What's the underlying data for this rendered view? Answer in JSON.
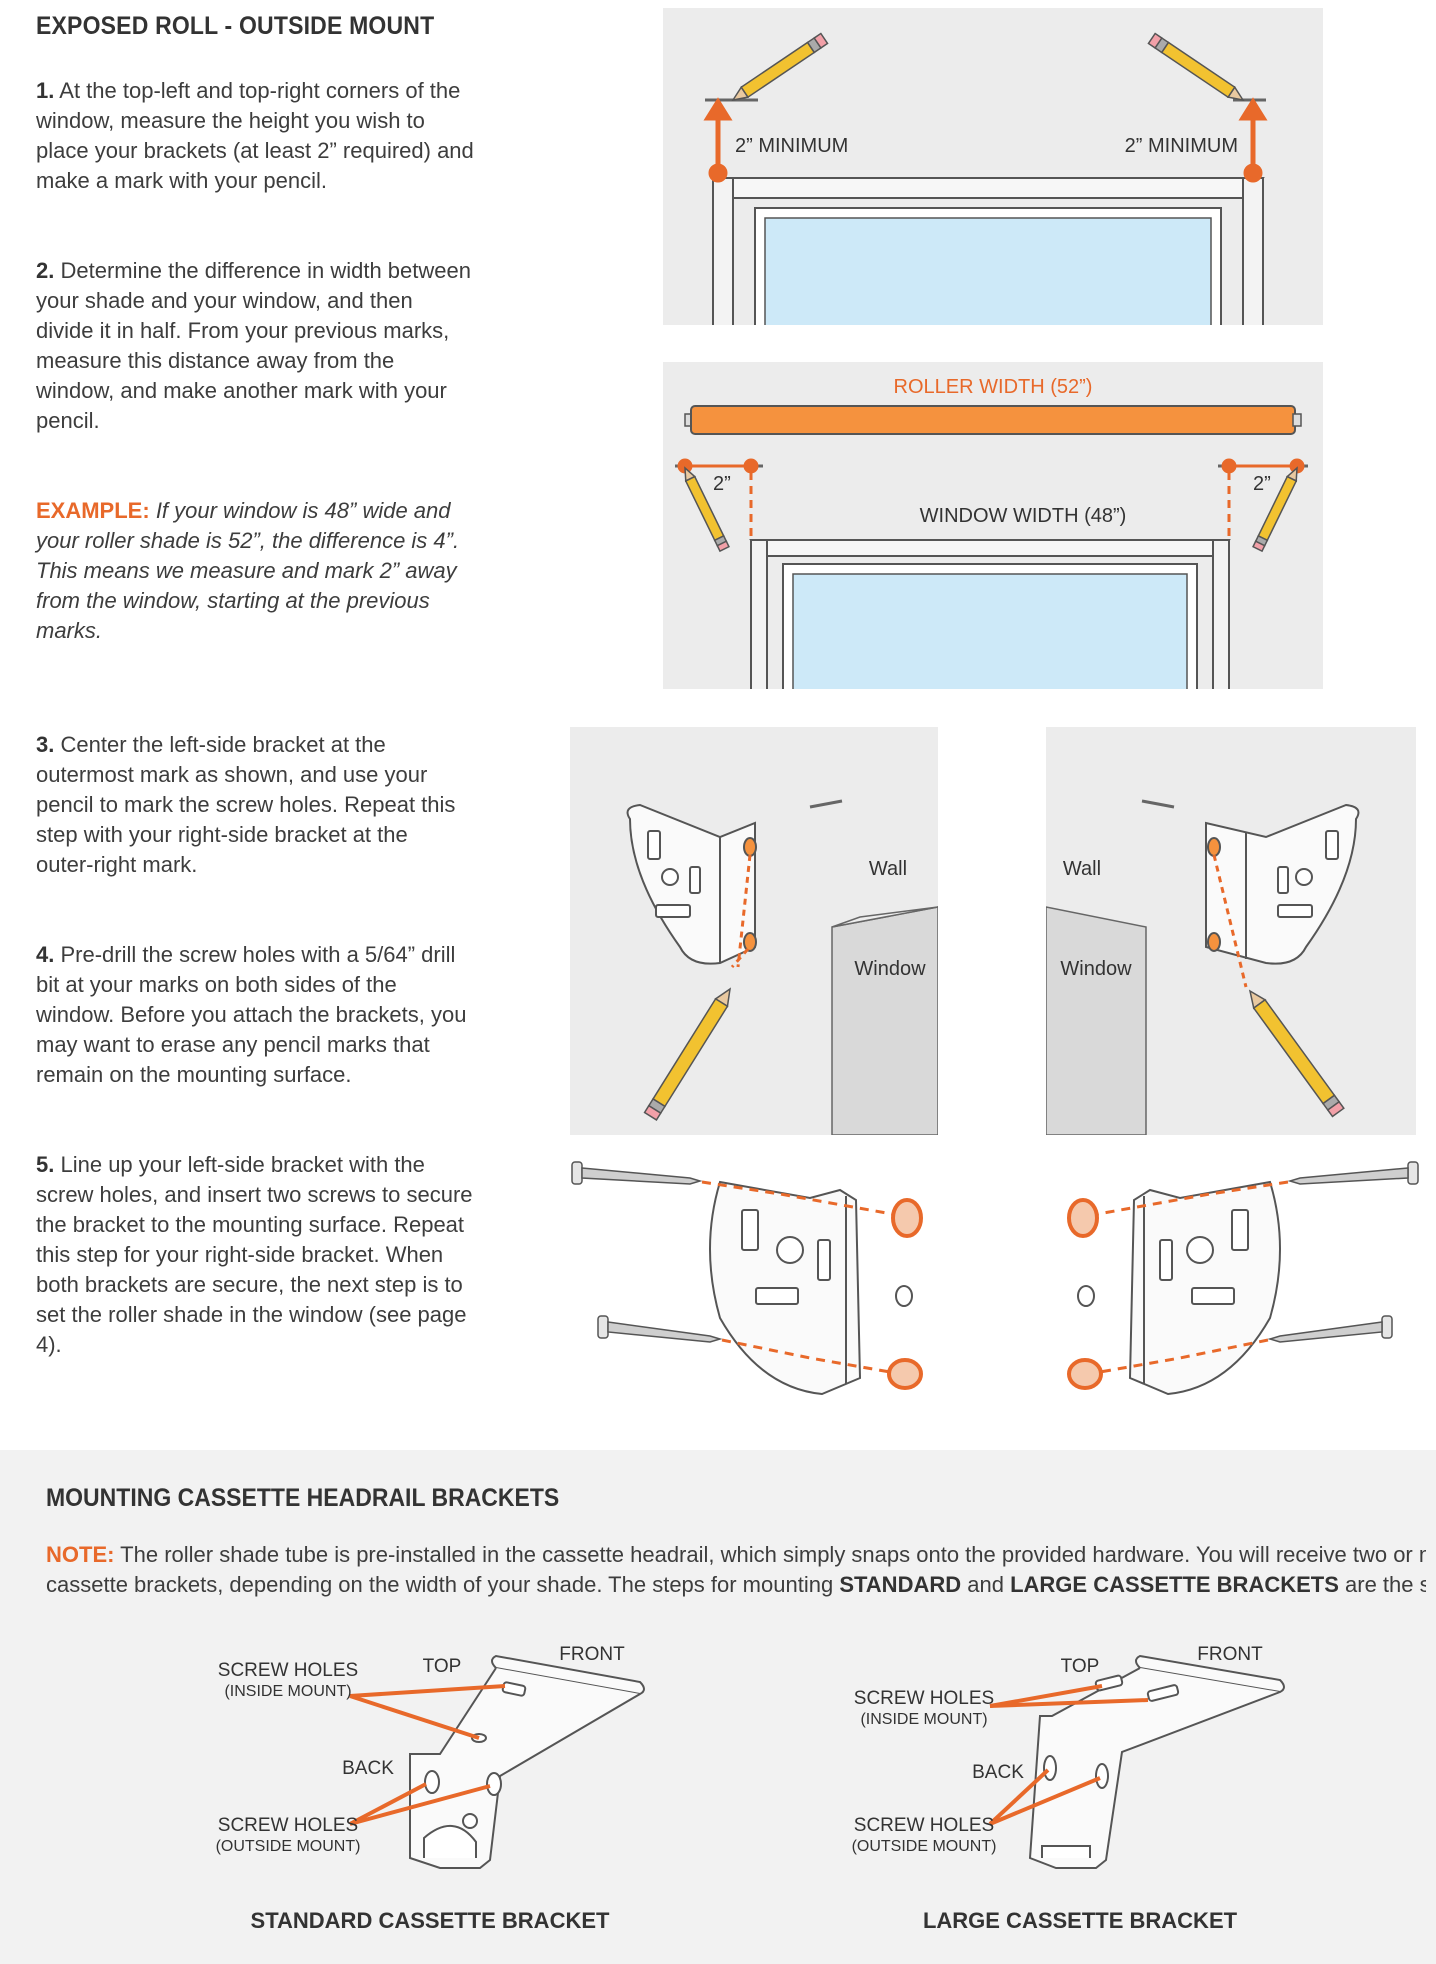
{
  "section1": {
    "title": "EXPOSED ROLL - OUTSIDE MOUNT",
    "steps": [
      {
        "num": "1.",
        "text": "At the top-left and top-right corners of the window, measure the height you wish to place your brackets (at least 2” required) and make a mark with your pencil."
      },
      {
        "num": "2.",
        "text": "Determine the difference in width between your shade and your window, and then divide it in half. From your previous marks, measure this distance away from the window, and make another mark with your pencil."
      },
      {
        "num": "3.",
        "text": "Center the left-side bracket at the outermost mark as shown, and use your pencil to mark the screw holes. Repeat this step with your right-side bracket at the outer-right mark."
      },
      {
        "num": "4.",
        "text": "Pre-drill the screw holes with a 5/64” drill bit at your marks on both sides of the window. Before you attach the brackets, you may want to erase any pencil marks that remain on the mounting surface."
      },
      {
        "num": "5.",
        "text": "Line up your left-side bracket with the screw holes, and insert two screws to secure the bracket to the mounting surface. Repeat this step for your right-side bracket. When both brackets are secure, the next step is to set the roller shade in the window (see page 4)."
      }
    ],
    "example": {
      "label": "EXAMPLE:",
      "text": "If your window is 48” wide and your roller shade is 52”, the difference is 4”. This means we measure and mark 2” away from the window, starting at the previous marks."
    }
  },
  "diagrams": {
    "min_left": "2” MINIMUM",
    "min_right": "2” MINIMUM",
    "roller_width": "ROLLER WIDTH (52”)",
    "window_width": "WINDOW WIDTH (48”)",
    "offset_left": "2”",
    "offset_right": "2”",
    "wall": "Wall",
    "window": "Window"
  },
  "section2": {
    "title": "MOUNTING CASSETTE HEADRAIL BRACKETS",
    "note_label": "NOTE:",
    "note_line1": "The roller shade tube is pre-installed in the cassette headrail, which simply snaps onto the provided hardware. You will receive two or more",
    "note_line2_a": "cassette brackets, depending on the width of your shade. The steps for mounting",
    "note_bold1": "STANDARD",
    "note_and": "and",
    "note_bold2": "LARGE CASSETTE BRACKETS",
    "note_end": "are the same.",
    "labels": {
      "screw_holes": "SCREW HOLES",
      "inside_mount": "(INSIDE MOUNT)",
      "outside_mount": "(OUTSIDE MOUNT)",
      "top": "TOP",
      "front": "FRONT",
      "back": "BACK"
    },
    "standard_caption": "STANDARD CASSETTE BRACKET",
    "large_caption": "LARGE CASSETTE BRACKET"
  },
  "colors": {
    "accent": "#e8692a",
    "roller": "#f5923e",
    "glass": "#cde9f8",
    "panel": "#ececec"
  }
}
